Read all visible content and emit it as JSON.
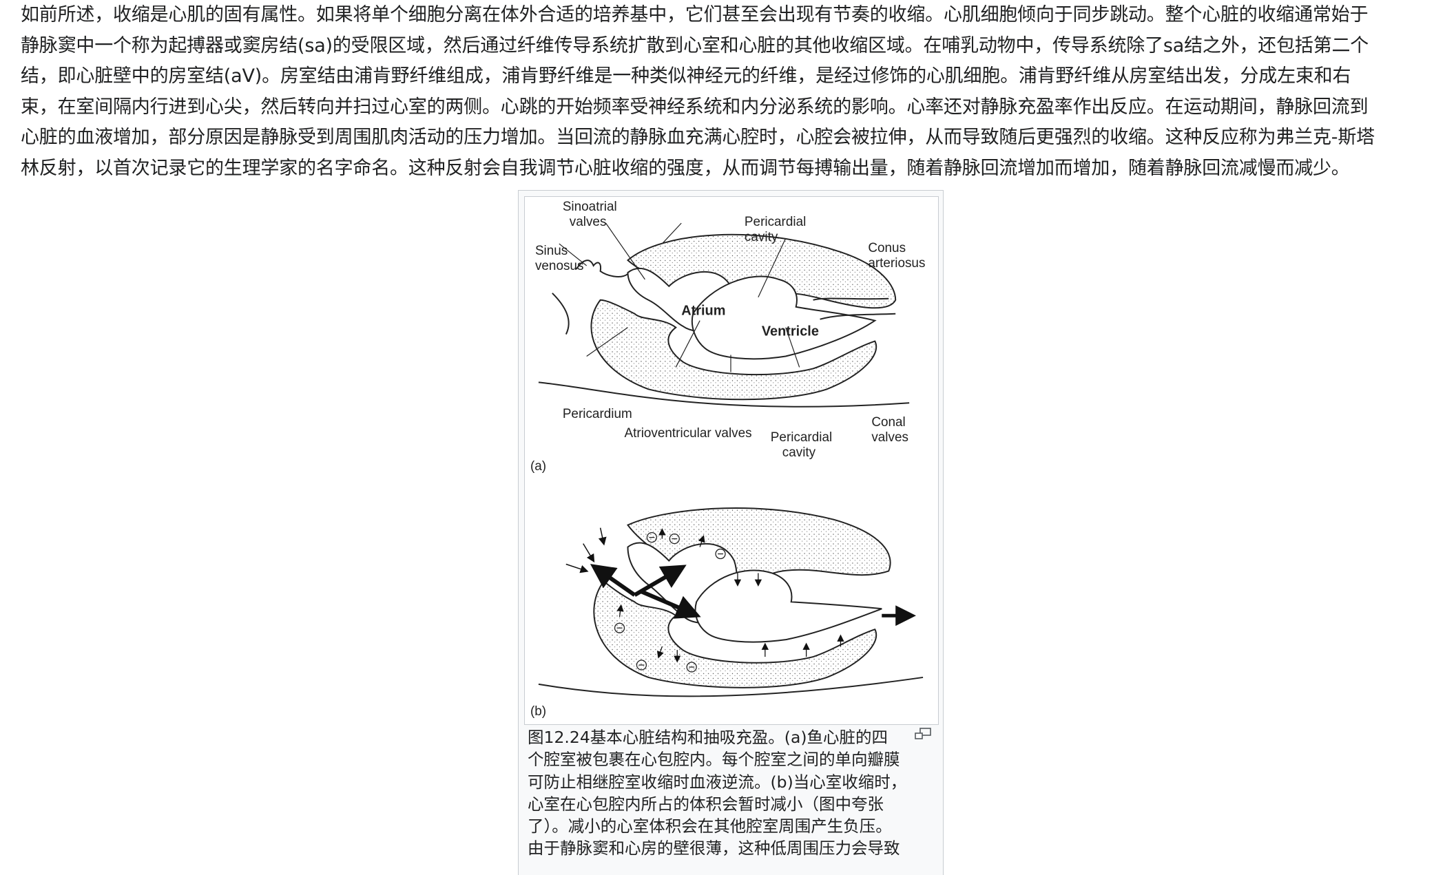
{
  "paragraph": {
    "lines": [
      "如前所述，收缩是心肌的固有属性。如果将单个细胞分离在体外合适的培养基中，它们甚至会出现有节奏的收缩。心肌细胞倾向于同步跳动。整个心脏的收缩通常始于",
      "静脉窦中一个称为起搏器或窦房结(sa)的受限区域，然后通过纤维传导系统扩散到心室和心脏的其他收缩区域。在哺乳动物中，传导系统除了sa结之外，还包括第二个",
      "结，即心脏壁中的房室结(aV)。房室结由浦肯野纤维组成，浦肯野纤维是一种类似神经元的纤维，是经过修饰的心肌细胞。浦肯野纤维从房室结出发，分成左束和右",
      "束，在室间隔内行进到心尖，然后转向并扫过心室的两侧。心跳的开始频率受神经系统和内分泌系统的影响。心率还对静脉充盈率作出反应。在运动期间，静脉回流到",
      "心脏的血液增加，部分原因是静脉受到周围肌肉活动的压力增加。当回流的静脉血充满心腔时，心腔会被拉伸，从而导致随后更强烈的收缩。这种反应称为弗兰克-斯塔",
      "林反射，以首次记录它的生理学家的名字命名。这种反射会自我调节心脏收缩的强度，从而调节每搏输出量，随着静脉回流增加而增加，随着静脉回流减慢而减少。"
    ]
  },
  "figure": {
    "labels_a": {
      "sinoatrial_1": "Sinoatrial",
      "sinoatrial_2": "valves",
      "pericardial_cavity_top_1": "Pericardial",
      "pericardial_cavity_top_2": "cavity",
      "conus_1": "Conus",
      "conus_2": "arteriosus",
      "sinus_1": "Sinus",
      "sinus_2": "venosus",
      "atrium": "Atrium",
      "ventricle": "Ventricle",
      "pericardium": "Pericardium",
      "av_valves": "Atrioventricular valves",
      "pericardial_cavity_bottom_1": "Pericardial",
      "pericardial_cavity_bottom_2": "cavity",
      "conal_1": "Conal",
      "conal_2": "valves",
      "panel": "(a)"
    },
    "labels_b": {
      "panel": "(b)"
    },
    "caption_lines": [
      "图12.24基本心脏结构和抽吸充盈。(a)鱼心脏的四",
      "个腔室被包裹在心包腔内。每个腔室之间的单向瓣膜",
      "可防止相继腔室收缩时血液逆流。(b)当心室收缩时，",
      "心室在心包腔内所占的体积会暂时减小（图中夸张",
      "了）。减小的心室体积会在其他腔室周围产生负压。",
      "由于静脉窦和心房的壁很薄，这种低周围压力会导致"
    ],
    "magnify_icon": "magnify-clip-icon"
  }
}
